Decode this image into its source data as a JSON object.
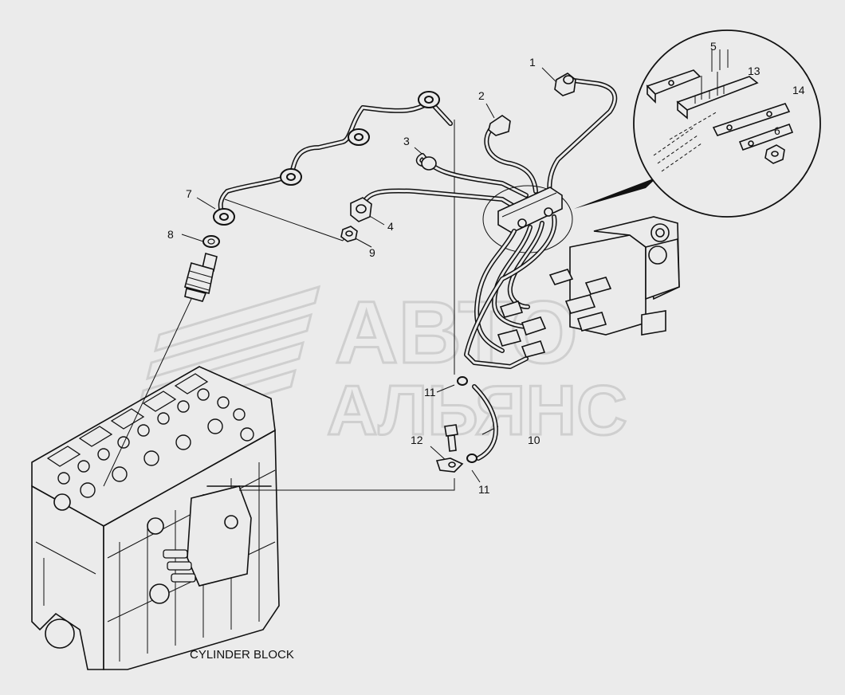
{
  "watermark": {
    "line1": "АВТО",
    "line2": "АЛЬЯНС"
  },
  "caption": "CYLINDER BLOCK",
  "callouts": {
    "c1": "1",
    "c2": "2",
    "c3": "3",
    "c4": "4",
    "c5": "5",
    "c6": "6",
    "c7": "7",
    "c8": "8",
    "c9": "9",
    "c10": "10",
    "c11a": "11",
    "c11b": "11",
    "c12": "12",
    "c13": "13",
    "c14": "14"
  }
}
